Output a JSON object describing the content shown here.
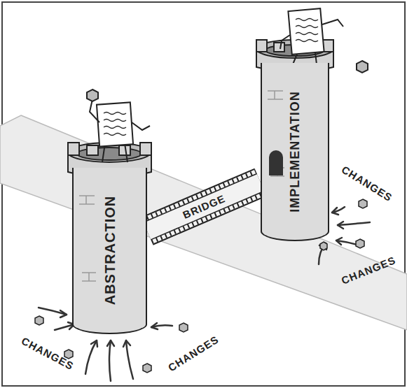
{
  "diagram": {
    "nodes": [
      {
        "text": [
          "ABSTRACTION"
        ]
      },
      {
        "text": [
          "IMPLEMENTATION"
        ]
      }
    ],
    "edges": [
      {
        "from": 0,
        "to": 1,
        "arrow": "none",
        "label": "BRIDGE"
      }
    ],
    "labels": [
      "CHANGES",
      "CHANGES",
      "CHANGES",
      "CHANGES"
    ]
  }
}
